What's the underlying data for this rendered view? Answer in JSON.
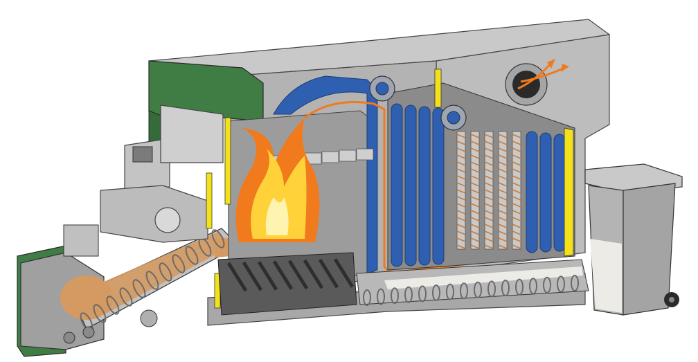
{
  "diagram": {
    "kind": "biomass boiler cutaway illustration",
    "components": [
      "fuel-hopper",
      "screw-auger-feeder",
      "control-cabinet",
      "stoking-unit",
      "moving-grate",
      "combustion-chamber",
      "flame",
      "heat-exchanger-tubes",
      "flue-gas-outlet",
      "ash-removal-auger",
      "ash-bin"
    ]
  },
  "colors": {
    "background": "#ffffff",
    "casing_grey": "#b9b9b9",
    "casing_dark": "#8f8f8f",
    "casing_light": "#d4d4d4",
    "insulation_green": "#3f7d45",
    "refractory_blue": "#2f5fb0",
    "seal_yellow": "#f3e21a",
    "flame_orange": "#f07a1c",
    "flame_yellow": "#ffd23a",
    "wood_chip": "#d49a62",
    "ash_white": "#ecebe6",
    "outline": "#333333"
  }
}
